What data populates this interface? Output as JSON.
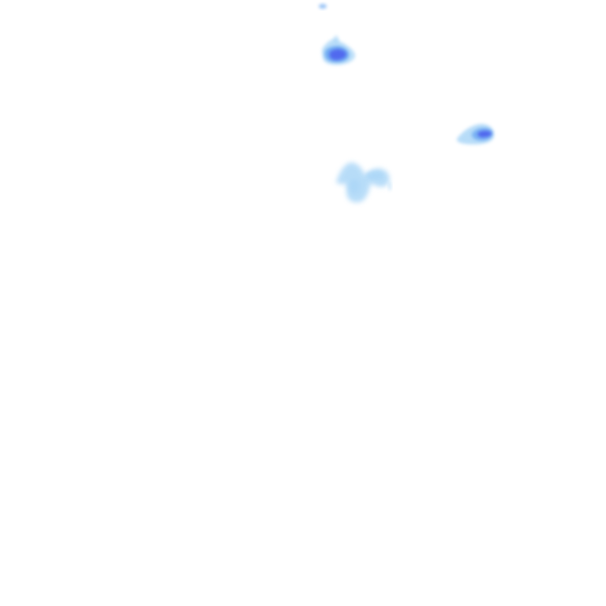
{
  "map": {
    "type": "precipitation-radar-overlay",
    "background_color": "#ffffff",
    "intensity_palette": {
      "light": "#a6d4f7",
      "moderate": "#6aa8f2",
      "heavy": "#4f66ee"
    },
    "echoes": [
      {
        "id": "echo-speck-top",
        "intensity": "moderate"
      },
      {
        "id": "echo-north",
        "intensity": "heavy"
      },
      {
        "id": "echo-east",
        "intensity": "heavy"
      },
      {
        "id": "echo-central",
        "intensity": "light"
      }
    ]
  }
}
